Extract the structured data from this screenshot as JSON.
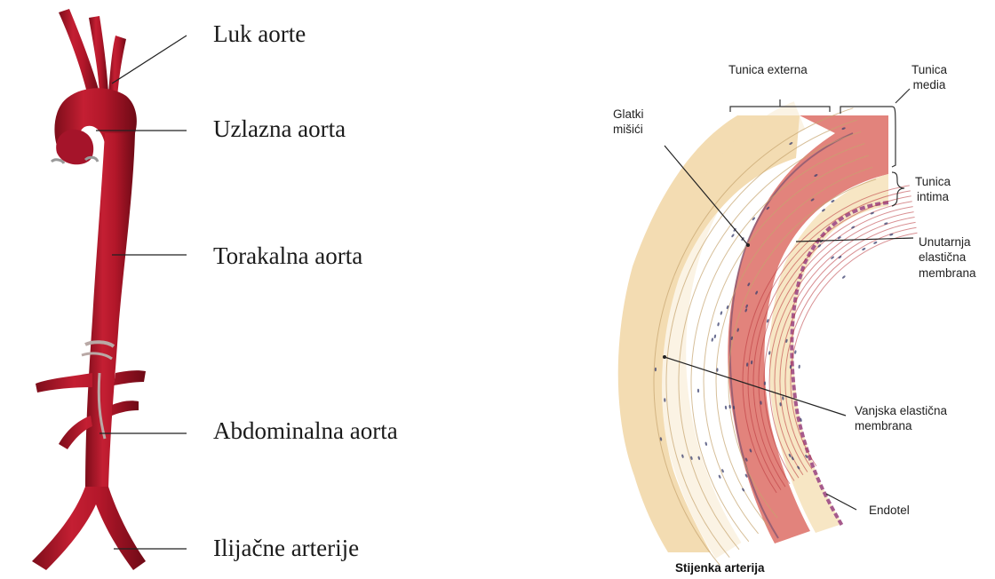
{
  "aorta_labels": {
    "arch": "Luk aorte",
    "ascending": "Uzlazna aorta",
    "thoracic": "Torakalna aorta",
    "abdominal": "Abdominalna aorta",
    "iliac": "Ilijačne arterije"
  },
  "wall_labels": {
    "externa": "Tunica externa",
    "media_l1": "Tunica",
    "media_l2": "media",
    "intima_l1": "Tunica",
    "intima_l2": "intima",
    "smooth_l1": "Glatki",
    "smooth_l2": "mišići",
    "iem_l1": "Unutarnja",
    "iem_l2": "elastična",
    "iem_l3": "membrana",
    "eem_l1": "Vanjska elastična",
    "eem_l2": "membrana",
    "endothelium": "Endotel"
  },
  "caption": "Stijenka arterija",
  "colors": {
    "aorta": "#b3172a",
    "externa": "#f3dcb2",
    "media": "#e2837c",
    "intima": "#f7e6c4",
    "membrane": "#a65a8c"
  }
}
